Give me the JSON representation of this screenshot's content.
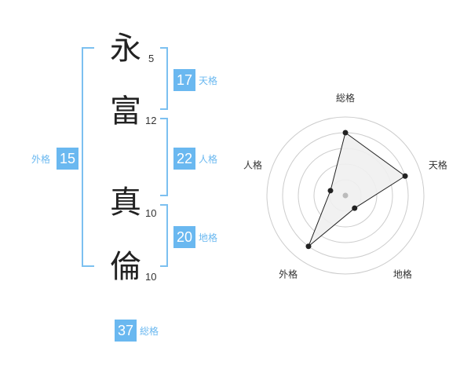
{
  "name": {
    "characters": [
      {
        "char": "永",
        "strokes": "5"
      },
      {
        "char": "富",
        "strokes": "12"
      },
      {
        "char": "真",
        "strokes": "10"
      },
      {
        "char": "倫",
        "strokes": "10"
      }
    ]
  },
  "scores": {
    "tenkaku": {
      "value": "17",
      "label": "天格"
    },
    "jinkaku": {
      "value": "22",
      "label": "人格"
    },
    "chikaku": {
      "value": "20",
      "label": "地格"
    },
    "gaikaku": {
      "value": "15",
      "label": "外格"
    },
    "soukaku": {
      "value": "37",
      "label": "総格"
    }
  },
  "radar": {
    "axes": [
      "総格",
      "天格",
      "地格",
      "外格",
      "人格"
    ],
    "values": [
      4,
      4,
      1,
      4,
      1
    ],
    "max": 5,
    "rings": 5
  },
  "colors": {
    "accent": "#6ab8f0",
    "bracket": "#7cc0f0",
    "radar_fill": "#efefef",
    "radar_line": "#222222",
    "grid": "#cccccc"
  }
}
